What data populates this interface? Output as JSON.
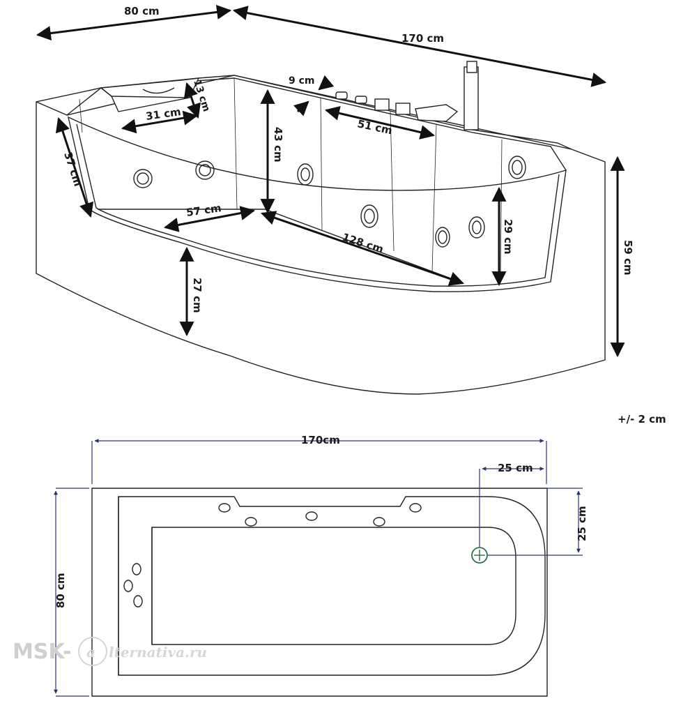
{
  "dimensions": {
    "top_width": "80 cm",
    "top_length": "170 cm",
    "pillow_height": "13 cm",
    "pillow_width": "31 cm",
    "control_offset": "9 cm",
    "control_panel": "51 cm",
    "inner_depth": "43 cm",
    "side_length": "37 cm",
    "bottom_width": "57 cm",
    "bottom_length": "128 cm",
    "glass_height": "29 cm",
    "outer_height": "59 cm",
    "front_height": "27 cm"
  },
  "tolerance": "+/- 2 cm",
  "plan": {
    "length": "170cm",
    "drain_x": "25 cm",
    "drain_y": "25 cm",
    "width": "80 cm"
  },
  "watermark": {
    "brand": "MSK-",
    "tail": "lternativa.ru",
    "logo_letter": "a"
  },
  "colors": {
    "line": "#222222",
    "dim_line_plan": "#2c3470",
    "watermark": "#cccccc",
    "drain": "#2e6e4a"
  }
}
